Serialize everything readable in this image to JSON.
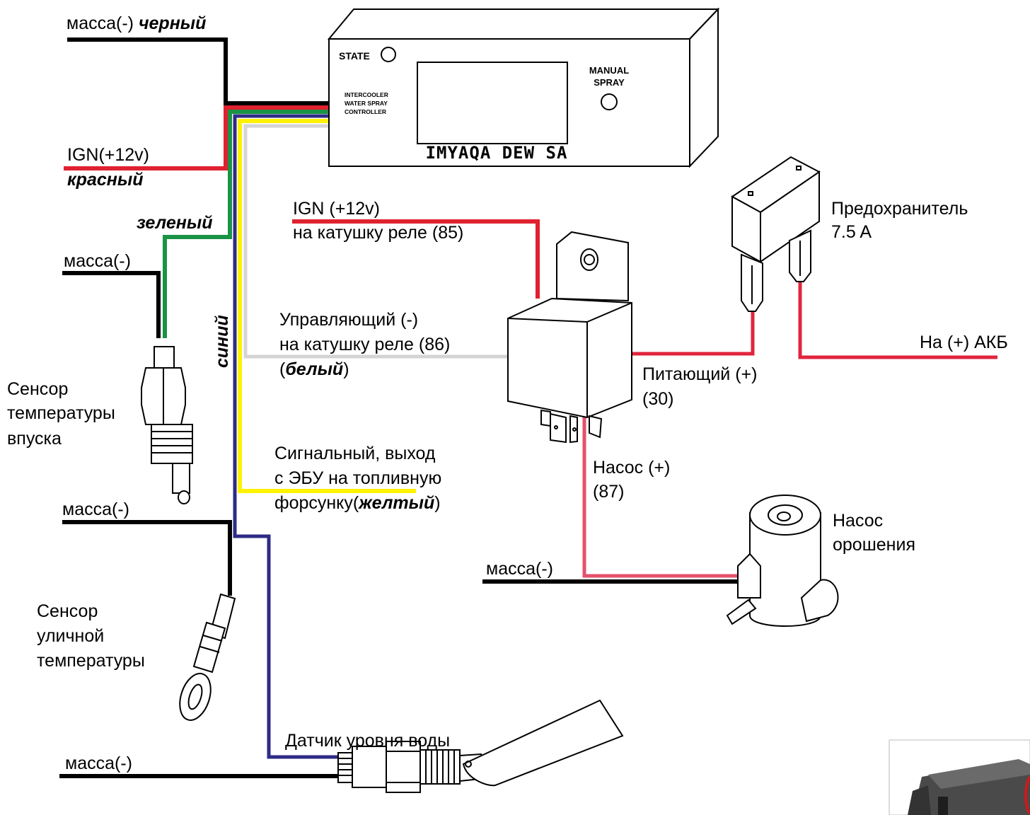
{
  "colors": {
    "black": "#000000",
    "red": "#e0212f",
    "green": "#1a9345",
    "blue": "#2e2b86",
    "yellow": "#fff200",
    "white_wire": "#d4d4d4",
    "pink": "#e5506a",
    "relay_red": "#e1243d"
  },
  "controller": {
    "state_label": "STATE",
    "name_line1": "INTERCOOLER",
    "name_line2": "WATER SPRAY",
    "name_line3": "CONTROLLER",
    "manual_line1": "MANUAL",
    "manual_line2": "SPRAY",
    "brand": "IMYAQA DEW SA"
  },
  "left_labels": {
    "ground_black_prefix": "масса(-)",
    "ground_black_color": "черный",
    "ign_label": "IGN(+12v)",
    "ign_color": "красный",
    "green_color": "зеленый",
    "blue_color": "синий",
    "ground_intake": "масса(-)",
    "intake_sensor_1": "Сенсор",
    "intake_sensor_2": "температуры",
    "intake_sensor_3": "впуска",
    "ground_outdoor": "масса(-)",
    "outdoor_sensor_1": "Сенсор",
    "outdoor_sensor_2": "уличной",
    "outdoor_sensor_3": "температуры",
    "water_level": "Датчик уровня воды",
    "ground_water": "масса(-)"
  },
  "center_labels": {
    "ign_relay_1": "IGN (+12v)",
    "ign_relay_2": "на катушку реле (85)",
    "control_1": "Управляющий (-)",
    "control_2": "на катушку реле (86)",
    "control_3_open": "(",
    "control_3_color": "белый",
    "control_3_close": ")",
    "signal_1": "Сигнальный, выход",
    "signal_2": "с ЭБУ на топливную",
    "signal_3_prefix": "форсунку(",
    "signal_3_color": "желтый",
    "signal_3_close": ")"
  },
  "right_labels": {
    "fuse_1": "Предохранитель",
    "fuse_2": "7.5 A",
    "battery": "На (+) АКБ",
    "power_1": "Питающий (+)",
    "power_2": "(30)",
    "pump_pin_1": "Насос (+)",
    "pump_pin_2": "(87)",
    "pump_1": "Насос",
    "pump_2": "орошения",
    "ground_pump": "масса(-)"
  }
}
